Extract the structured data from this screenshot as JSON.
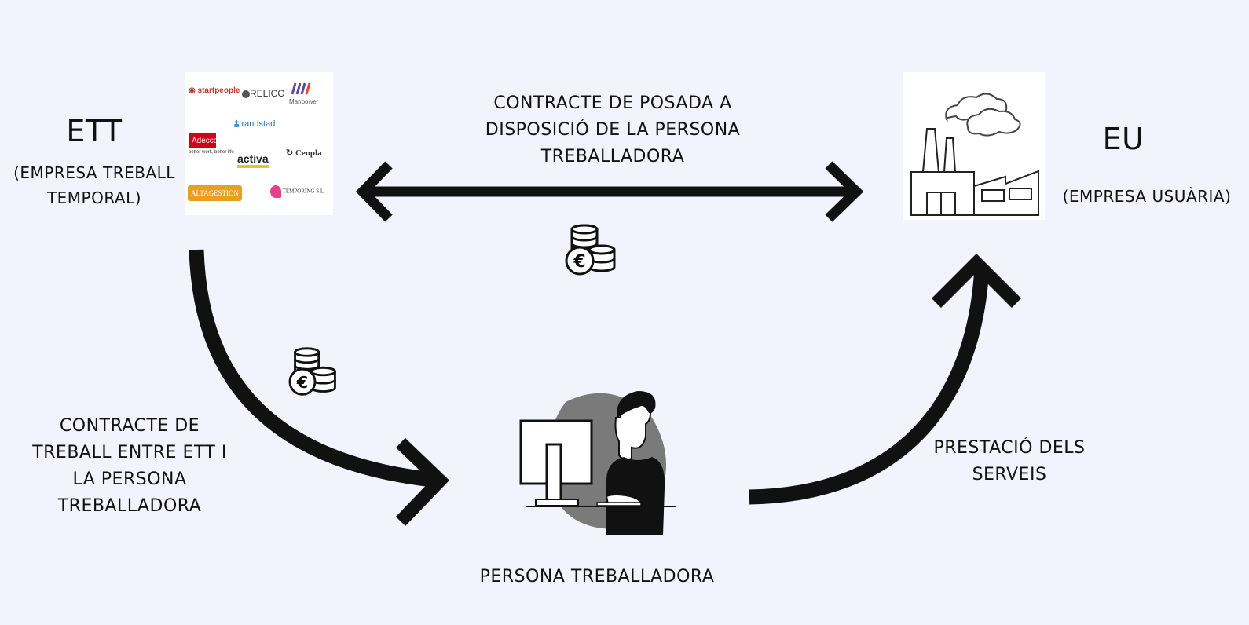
{
  "nodes": {
    "ett": {
      "title": "ETT",
      "subtitle_lines": [
        "(EMPRESA TREBALL",
        "TEMPORAL)"
      ]
    },
    "eu": {
      "title": "EU",
      "subtitle": "(EMPRESA USUÀRIA)"
    },
    "worker": {
      "title": "PERSONA TREBALLADORA"
    }
  },
  "edges": {
    "ett_eu": {
      "label_lines": [
        "CONTRACTE DE POSADA A",
        "DISPOSICIÓ DE LA PERSONA",
        "TREBALLADORA"
      ],
      "direction": "bidirectional",
      "payment_icon": "euro-coins-icon"
    },
    "ett_worker": {
      "label_lines": [
        "CONTRACTE DE",
        "TREBALL ENTRE ETT I",
        "LA PERSONA",
        "TREBALLADORA"
      ],
      "direction": "ett-to-worker",
      "payment_icon": "euro-coins-icon"
    },
    "worker_eu": {
      "label_lines": [
        "PRESTACIÓ DELS",
        "SERVEIS"
      ],
      "direction": "worker-to-eu"
    }
  },
  "logos": [
    {
      "name": "startpeople",
      "text": "startpeople",
      "color": "#c0392b"
    },
    {
      "name": "relico",
      "text": "RELICO",
      "color": "#333333"
    },
    {
      "name": "manpower",
      "text": "Manpower",
      "color": "#555555"
    },
    {
      "name": "randstad",
      "text": "randstad",
      "color": "#2a6fb0"
    },
    {
      "name": "adecco",
      "text": "Adecco",
      "tagline": "better work, better life",
      "color": "#d0021b"
    },
    {
      "name": "activa",
      "text": "activa",
      "color": "#222222"
    },
    {
      "name": "cenpla",
      "text": "Cenpla",
      "color": "#333333"
    },
    {
      "name": "altagestion",
      "text": "ALTAGESTION",
      "color": "#e8a020"
    },
    {
      "name": "temporing",
      "text": "TEMPORING S.L.",
      "color": "#e83e8c"
    }
  ],
  "colors": {
    "background": "#f3f3fd",
    "ink": "#111111",
    "blob": "#7a7a7a"
  }
}
